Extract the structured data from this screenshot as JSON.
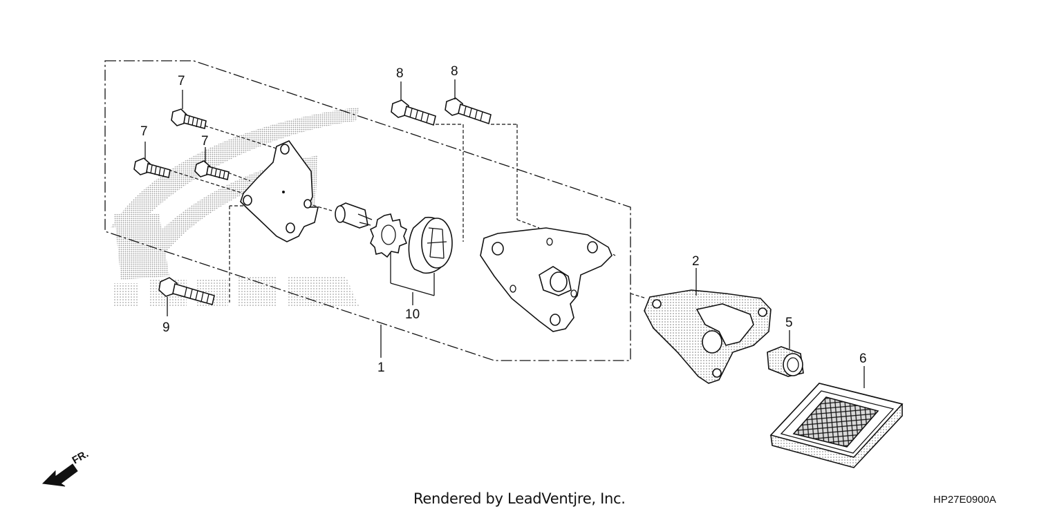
{
  "callouts": {
    "c1": "1",
    "c2": "2",
    "c5": "5",
    "c6": "6",
    "c7a": "7",
    "c7b": "7",
    "c7c": "7",
    "c8a": "8",
    "c8b": "8",
    "c9": "9",
    "c10": "10"
  },
  "direction_label": "FR.",
  "footer": {
    "credit": "Rendered by LeadVentjre, Inc.",
    "code": "HP27E0900A"
  },
  "watermark_text": "HONDA",
  "colors": {
    "line": "#111111",
    "stipple": "#9a9a9a",
    "paper": "#ffffff"
  }
}
